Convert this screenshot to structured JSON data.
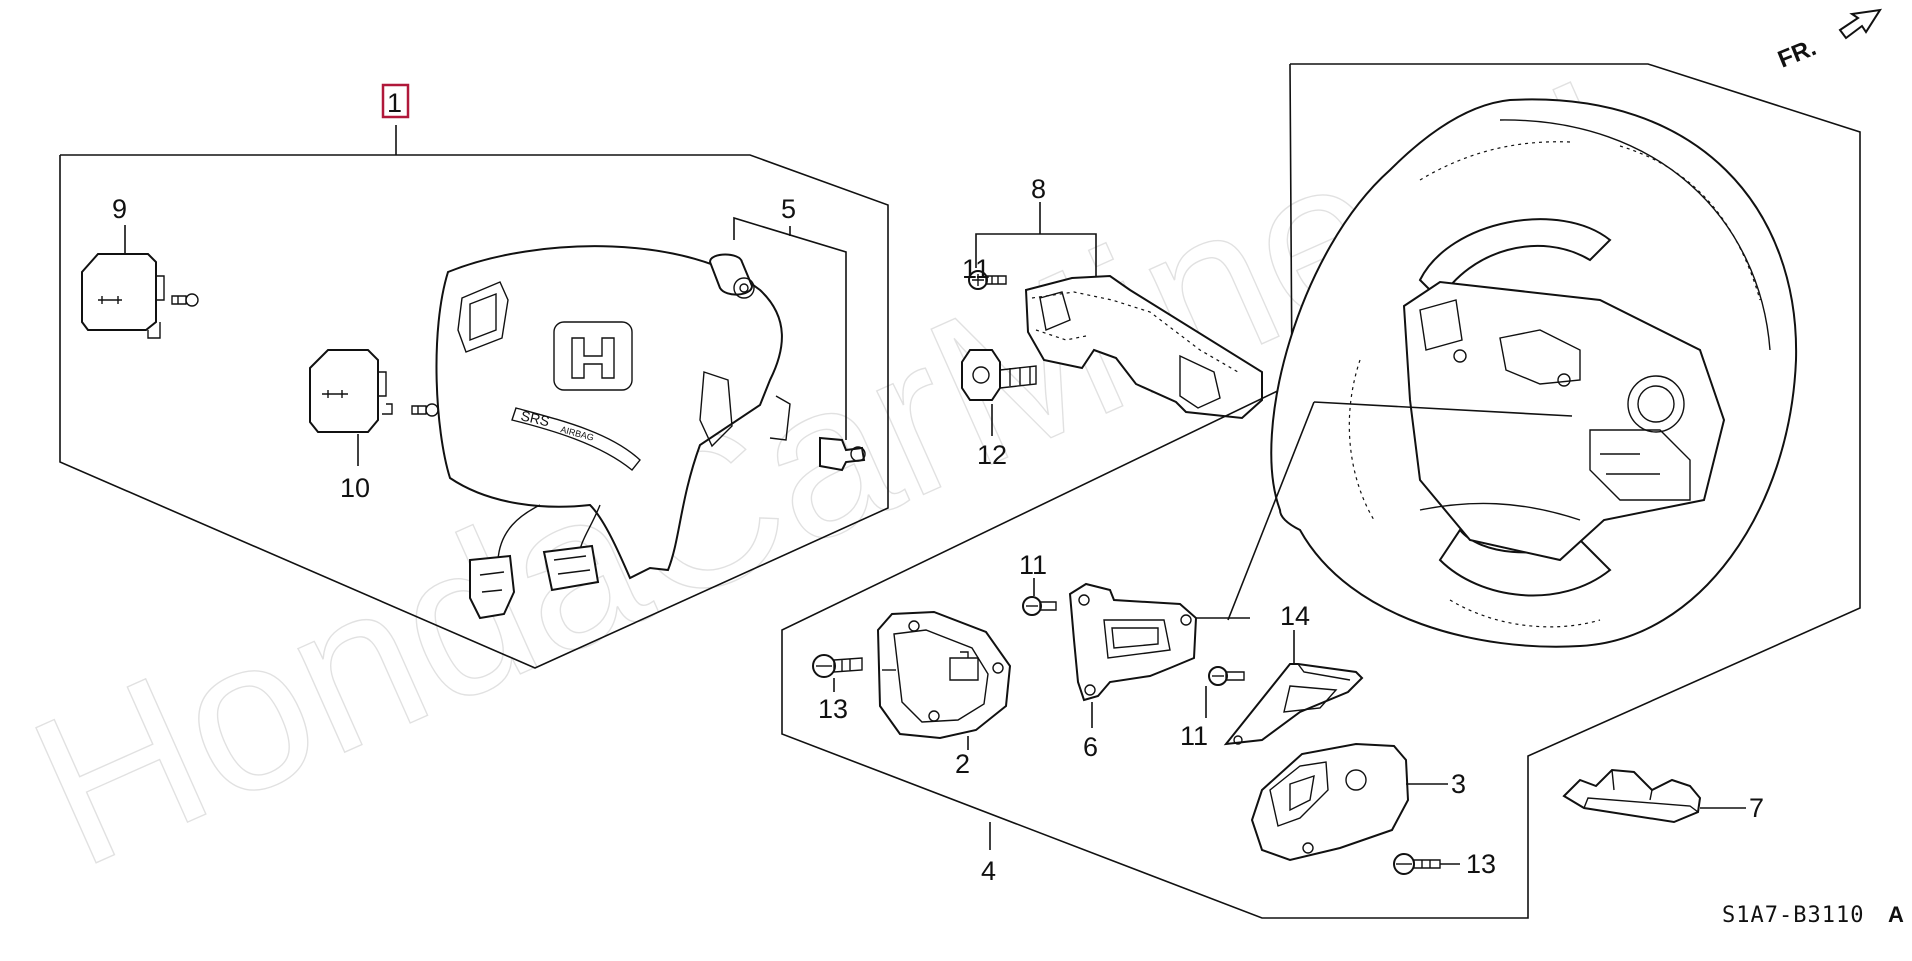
{
  "watermark": "HondaCarMine.ru",
  "direction_arrow": {
    "label": "FR."
  },
  "diagram_code": "S1A7-B3110",
  "diagram_suffix": "A",
  "highlight_color": "#b0183a",
  "callouts": {
    "p1": "1",
    "p2": "2",
    "p3": "3",
    "p4": "4",
    "p5": "5",
    "p6": "6",
    "p7": "7",
    "p8": "8",
    "p9": "9",
    "p10": "10",
    "p11a": "11",
    "p11b": "11",
    "p11c": "11",
    "p12": "12",
    "p13a": "13",
    "p13b": "13",
    "p14": "14"
  },
  "airbag_markings": {
    "emblem": "SRS",
    "subtext": "AIRBAG"
  }
}
